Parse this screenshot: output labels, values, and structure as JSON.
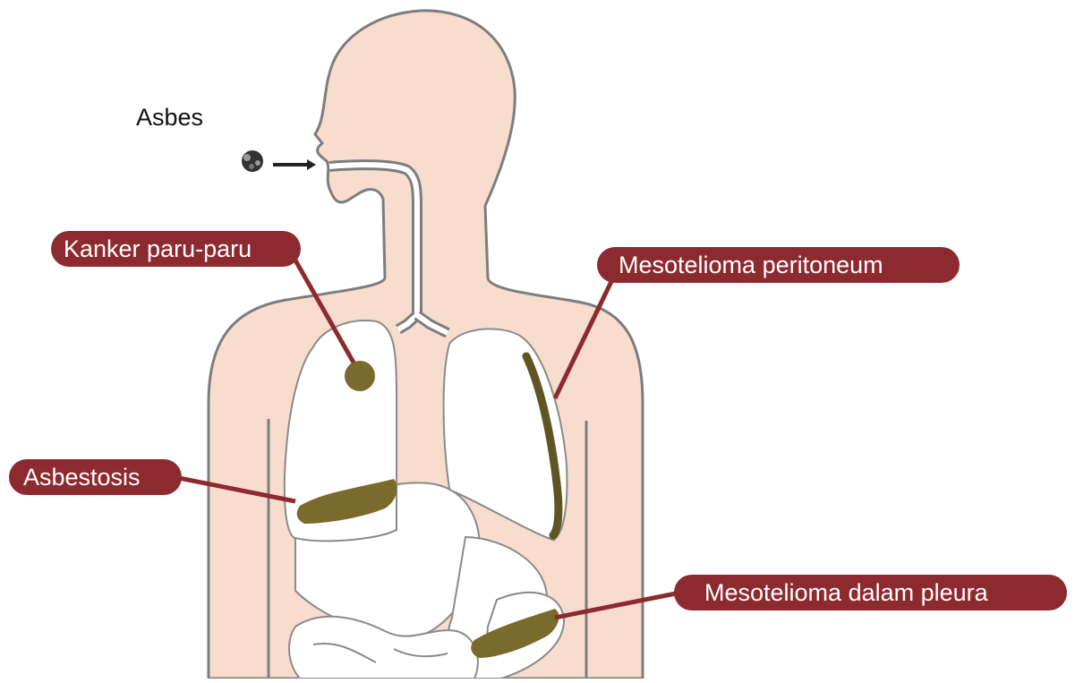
{
  "title": "Asbes",
  "labels": {
    "lung_cancer": "Kanker paru-paru",
    "peritoneal": "Mesotelioma peritoneum",
    "asbestosis": "Asbestosis",
    "pleural": "Mesotelioma dalam pleura"
  },
  "colors": {
    "skin": "#f8dccd",
    "outline": "#7d7d7d",
    "label_bg": "#8d2a30",
    "label_text": "#ffffff",
    "lesion": "#7a6a2c",
    "organ": "#ffffff"
  },
  "icons": [
    "asbestos-particle-icon",
    "arrow-right-icon"
  ]
}
